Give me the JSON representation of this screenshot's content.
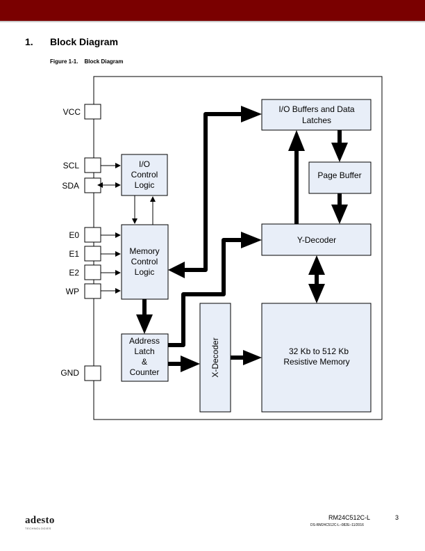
{
  "header": {
    "bar_color": "#7a0000"
  },
  "section": {
    "number": "1.",
    "title": "Block Diagram"
  },
  "figure": {
    "label": "Figure 1-1.",
    "title": "Block Diagram"
  },
  "pins": {
    "vcc": "VCC",
    "scl": "SCL",
    "sda": "SDA",
    "e0": "E0",
    "e1": "E1",
    "e2": "E2",
    "wp": "WP",
    "gnd": "GND"
  },
  "blocks": {
    "io_control": [
      "I/O",
      "Control",
      "Logic"
    ],
    "memory_control": [
      "Memory",
      "Control",
      "Logic"
    ],
    "address_latch": [
      "Address",
      "Latch",
      "&",
      "Counter"
    ],
    "x_decoder": "X-Decoder",
    "io_buffers": [
      "I/O Buffers and Data",
      "Latches"
    ],
    "page_buffer": "Page Buffer",
    "y_decoder": "Y-Decoder",
    "memory": [
      "32 Kb to 512 Kb",
      "Resistive Memory"
    ]
  },
  "colors": {
    "block_fill": "#e8eef8",
    "stroke": "#000000"
  },
  "footer": {
    "logo_main": "adesto",
    "logo_sub": "TECHNOLOGIES",
    "part": "RM24C512C-L",
    "page": "3",
    "doc": "DS-RM24C512C-L–082E–11/2016"
  }
}
